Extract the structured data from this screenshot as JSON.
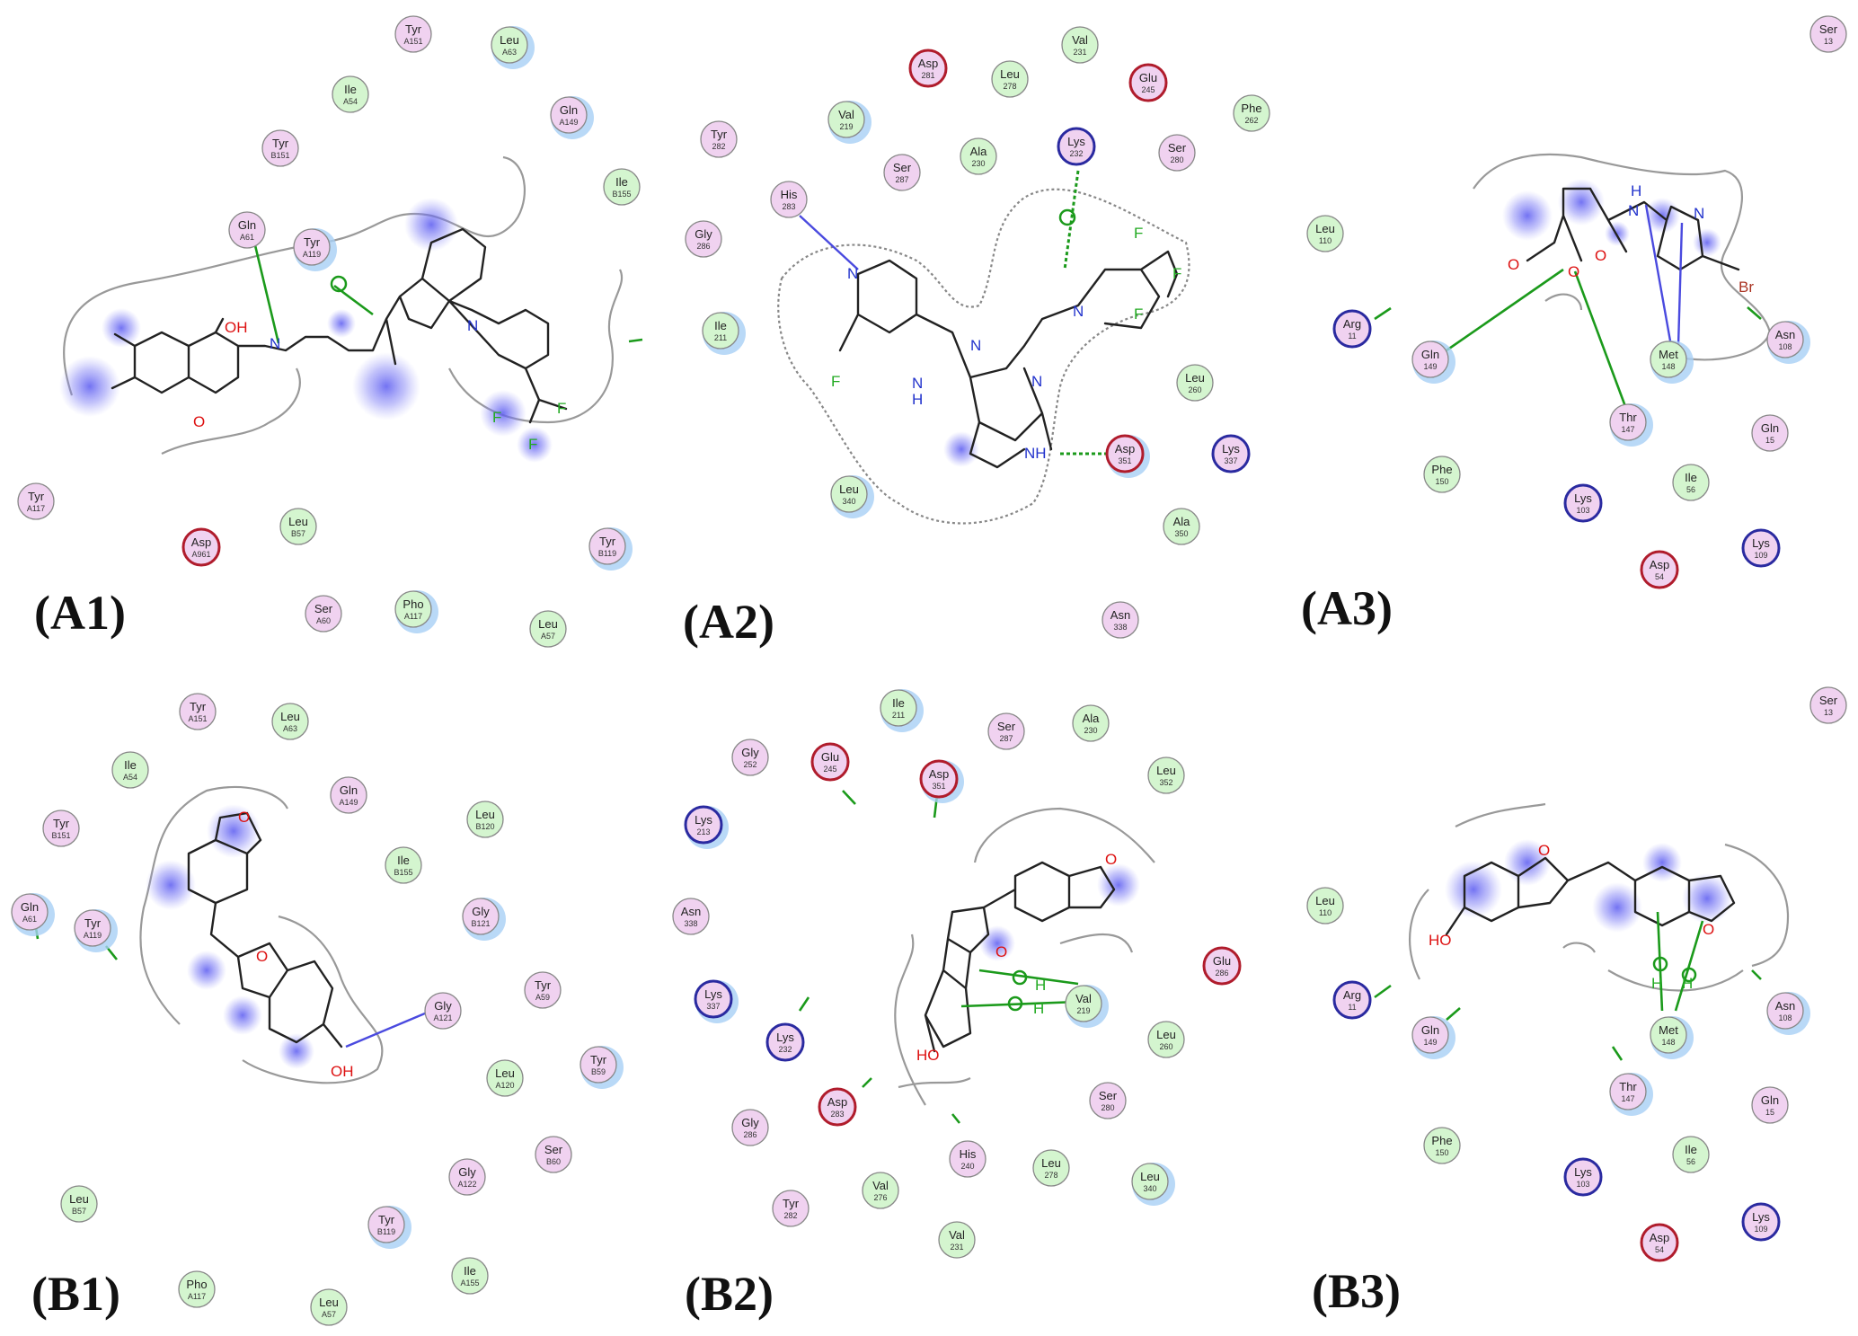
{
  "panels": [
    {
      "label": "(A1)",
      "residues": [
        {
          "name": "Tyr",
          "num": "A151",
          "type": "polar"
        },
        {
          "name": "Leu",
          "num": "A63",
          "type": "hydrophobic"
        },
        {
          "name": "Ile",
          "num": "A54",
          "type": "hydrophobic"
        },
        {
          "name": "Gln",
          "num": "A149",
          "type": "polar"
        },
        {
          "name": "Tyr",
          "num": "B151",
          "type": "polar"
        },
        {
          "name": "Ile",
          "num": "B155",
          "type": "hydrophobic"
        },
        {
          "name": "Gln",
          "num": "A61",
          "type": "polar"
        },
        {
          "name": "Tyr",
          "num": "A119",
          "type": "polar"
        },
        {
          "name": "Tyr",
          "num": "A117",
          "type": "polar"
        },
        {
          "name": "Asp",
          "num": "A961",
          "type": "acidic"
        },
        {
          "name": "Leu",
          "num": "B57",
          "type": "hydrophobic"
        },
        {
          "name": "Tyr",
          "num": "B119",
          "type": "polar"
        },
        {
          "name": "Ser",
          "num": "A60",
          "type": "polar"
        },
        {
          "name": "Pho",
          "num": "A117",
          "type": "hydrophobic"
        },
        {
          "name": "Leu",
          "num": "A57",
          "type": "hydrophobic"
        }
      ],
      "atoms": [
        "OH",
        "O",
        "N",
        "N",
        "F",
        "F",
        "F"
      ]
    },
    {
      "label": "(A2)",
      "residues": [
        {
          "name": "Asp",
          "num": "281",
          "type": "acidic"
        },
        {
          "name": "Leu",
          "num": "278",
          "type": "hydrophobic"
        },
        {
          "name": "Val",
          "num": "231",
          "type": "hydrophobic"
        },
        {
          "name": "Glu",
          "num": "245",
          "type": "acidic"
        },
        {
          "name": "Phe",
          "num": "262",
          "type": "hydrophobic"
        },
        {
          "name": "Tyr",
          "num": "282",
          "type": "polar"
        },
        {
          "name": "Val",
          "num": "219",
          "type": "hydrophobic"
        },
        {
          "name": "Ser",
          "num": "287",
          "type": "polar"
        },
        {
          "name": "Ala",
          "num": "230",
          "type": "hydrophobic"
        },
        {
          "name": "Lys",
          "num": "232",
          "type": "basic"
        },
        {
          "name": "Ser",
          "num": "280",
          "type": "polar"
        },
        {
          "name": "His",
          "num": "283",
          "type": "polar"
        },
        {
          "name": "Gly",
          "num": "286",
          "type": "polar"
        },
        {
          "name": "Ile",
          "num": "211",
          "type": "hydrophobic"
        },
        {
          "name": "Leu",
          "num": "260",
          "type": "hydrophobic"
        },
        {
          "name": "Lys",
          "num": "337",
          "type": "basic"
        },
        {
          "name": "Asp",
          "num": "351",
          "type": "acidic"
        },
        {
          "name": "Leu",
          "num": "340",
          "type": "hydrophobic"
        },
        {
          "name": "Ala",
          "num": "350",
          "type": "hydrophobic"
        },
        {
          "name": "Asn",
          "num": "338",
          "type": "polar"
        }
      ],
      "atoms": [
        "N",
        "F",
        "N",
        "H",
        "N",
        "N",
        "N",
        "NH",
        "F",
        "F",
        "F"
      ]
    },
    {
      "label": "(A3)",
      "residues": [
        {
          "name": "Ser",
          "num": "13",
          "type": "polar"
        },
        {
          "name": "Leu",
          "num": "110",
          "type": "hydrophobic"
        },
        {
          "name": "Arg",
          "num": "11",
          "type": "basic"
        },
        {
          "name": "Gln",
          "num": "149",
          "type": "polar"
        },
        {
          "name": "Met",
          "num": "148",
          "type": "hydrophobic"
        },
        {
          "name": "Asn",
          "num": "108",
          "type": "polar"
        },
        {
          "name": "Thr",
          "num": "147",
          "type": "polar"
        },
        {
          "name": "Gln",
          "num": "15",
          "type": "polar"
        },
        {
          "name": "Phe",
          "num": "150",
          "type": "hydrophobic"
        },
        {
          "name": "Lys",
          "num": "103",
          "type": "basic"
        },
        {
          "name": "Ile",
          "num": "56",
          "type": "hydrophobic"
        },
        {
          "name": "Lys",
          "num": "109",
          "type": "basic"
        },
        {
          "name": "Asp",
          "num": "54",
          "type": "acidic"
        }
      ],
      "atoms": [
        "O",
        "O",
        "O",
        "H",
        "N",
        "N",
        "Br"
      ]
    },
    {
      "label": "(B1)",
      "residues": [
        {
          "name": "Tyr",
          "num": "A151",
          "type": "polar"
        },
        {
          "name": "Leu",
          "num": "A63",
          "type": "hydrophobic"
        },
        {
          "name": "Ile",
          "num": "A54",
          "type": "hydrophobic"
        },
        {
          "name": "Gln",
          "num": "A149",
          "type": "polar"
        },
        {
          "name": "Tyr",
          "num": "B151",
          "type": "polar"
        },
        {
          "name": "Leu",
          "num": "B120",
          "type": "hydrophobic"
        },
        {
          "name": "Ile",
          "num": "B155",
          "type": "hydrophobic"
        },
        {
          "name": "Gln",
          "num": "A61",
          "type": "polar"
        },
        {
          "name": "Tyr",
          "num": "A119",
          "type": "polar"
        },
        {
          "name": "Gly",
          "num": "B121",
          "type": "polar"
        },
        {
          "name": "Tyr",
          "num": "A59",
          "type": "polar"
        },
        {
          "name": "Gly",
          "num": "A121",
          "type": "polar"
        },
        {
          "name": "Tyr",
          "num": "B59",
          "type": "polar"
        },
        {
          "name": "Leu",
          "num": "A120",
          "type": "hydrophobic"
        },
        {
          "name": "Ser",
          "num": "B60",
          "type": "polar"
        },
        {
          "name": "Gly",
          "num": "A122",
          "type": "polar"
        },
        {
          "name": "Leu",
          "num": "B57",
          "type": "hydrophobic"
        },
        {
          "name": "Tyr",
          "num": "B119",
          "type": "polar"
        },
        {
          "name": "Ile",
          "num": "A155",
          "type": "hydrophobic"
        },
        {
          "name": "Pho",
          "num": "A117",
          "type": "hydrophobic"
        },
        {
          "name": "Leu",
          "num": "A57",
          "type": "hydrophobic"
        }
      ],
      "atoms": [
        "O",
        "O",
        "OH"
      ]
    },
    {
      "label": "(B2)",
      "residues": [
        {
          "name": "Ile",
          "num": "211",
          "type": "hydrophobic"
        },
        {
          "name": "Ser",
          "num": "287",
          "type": "polar"
        },
        {
          "name": "Ala",
          "num": "230",
          "type": "hydrophobic"
        },
        {
          "name": "Gly",
          "num": "252",
          "type": "polar"
        },
        {
          "name": "Glu",
          "num": "245",
          "type": "acidic"
        },
        {
          "name": "Asp",
          "num": "351",
          "type": "acidic"
        },
        {
          "name": "Leu",
          "num": "352",
          "type": "hydrophobic"
        },
        {
          "name": "Lys",
          "num": "213",
          "type": "basic"
        },
        {
          "name": "Asn",
          "num": "338",
          "type": "polar"
        },
        {
          "name": "Glu",
          "num": "286",
          "type": "acidic"
        },
        {
          "name": "Lys",
          "num": "337",
          "type": "basic"
        },
        {
          "name": "Lys",
          "num": "232",
          "type": "basic"
        },
        {
          "name": "Val",
          "num": "219",
          "type": "hydrophobic"
        },
        {
          "name": "Leu",
          "num": "260",
          "type": "hydrophobic"
        },
        {
          "name": "Asp",
          "num": "283",
          "type": "acidic"
        },
        {
          "name": "Ser",
          "num": "280",
          "type": "polar"
        },
        {
          "name": "Gly",
          "num": "286",
          "type": "polar"
        },
        {
          "name": "His",
          "num": "240",
          "type": "polar"
        },
        {
          "name": "Leu",
          "num": "278",
          "type": "hydrophobic"
        },
        {
          "name": "Leu",
          "num": "340",
          "type": "hydrophobic"
        },
        {
          "name": "Tyr",
          "num": "282",
          "type": "polar"
        },
        {
          "name": "Val",
          "num": "276",
          "type": "hydrophobic"
        },
        {
          "name": "Val",
          "num": "231",
          "type": "hydrophobic"
        }
      ],
      "atoms": [
        "O",
        "O",
        "HO",
        "H",
        "H"
      ]
    },
    {
      "label": "(B3)",
      "residues": [
        {
          "name": "Ser",
          "num": "13",
          "type": "polar"
        },
        {
          "name": "Leu",
          "num": "110",
          "type": "hydrophobic"
        },
        {
          "name": "Arg",
          "num": "11",
          "type": "basic"
        },
        {
          "name": "Gln",
          "num": "149",
          "type": "polar"
        },
        {
          "name": "Met",
          "num": "148",
          "type": "hydrophobic"
        },
        {
          "name": "Asn",
          "num": "108",
          "type": "polar"
        },
        {
          "name": "Thr",
          "num": "147",
          "type": "polar"
        },
        {
          "name": "Gln",
          "num": "15",
          "type": "polar"
        },
        {
          "name": "Phe",
          "num": "150",
          "type": "hydrophobic"
        },
        {
          "name": "Lys",
          "num": "103",
          "type": "basic"
        },
        {
          "name": "Ile",
          "num": "56",
          "type": "hydrophobic"
        },
        {
          "name": "Lys",
          "num": "109",
          "type": "basic"
        },
        {
          "name": "Asp",
          "num": "54",
          "type": "acidic"
        }
      ],
      "atoms": [
        "O",
        "O",
        "HO",
        "H",
        "H"
      ]
    }
  ],
  "colors": {
    "polar_fill": "#f0d2f0",
    "hydrophobic_fill": "#d4f5cf",
    "basic_ring": "#2a2aa0",
    "acidic_ring": "#b01c2c",
    "halo": "#a8d0f5",
    "ligand_glow": "#5a5af0",
    "hbond_green": "#1b9a1b",
    "hbond_blue": "#4a4adf"
  }
}
